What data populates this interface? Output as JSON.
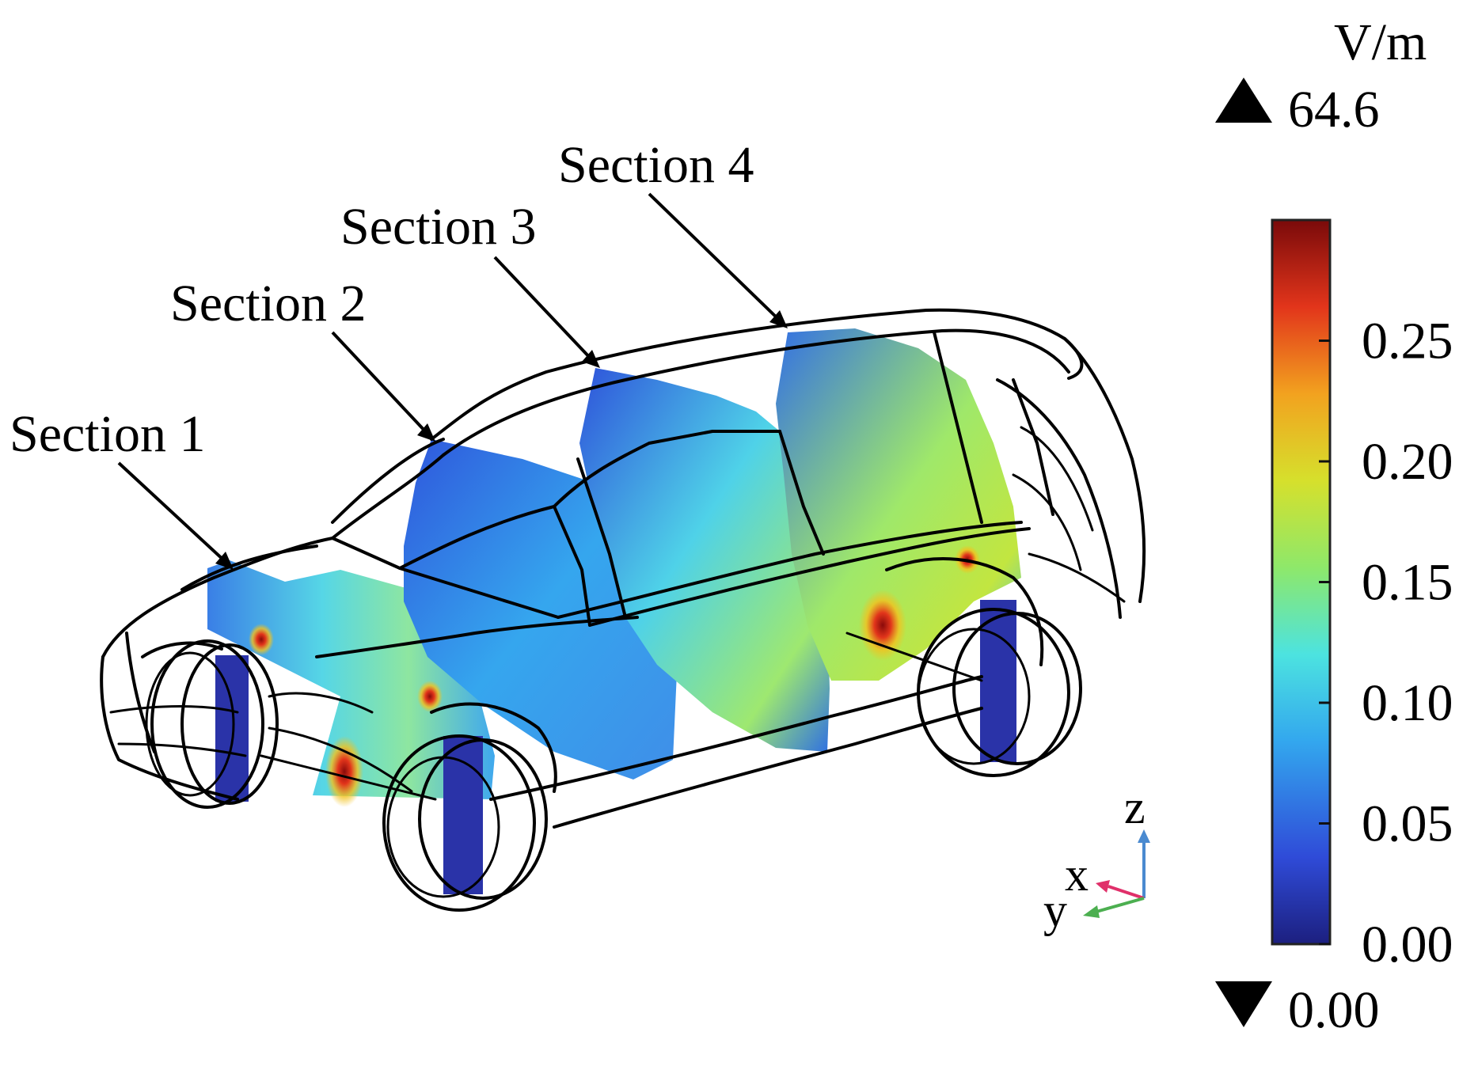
{
  "sections": [
    {
      "label": "Section 1"
    },
    {
      "label": "Section 2"
    },
    {
      "label": "Section 3"
    },
    {
      "label": "Section 4"
    }
  ],
  "colorbar": {
    "unit": "V/m",
    "max_marker": "64.6",
    "min_marker": "0.00",
    "range": [
      0.0,
      0.3
    ],
    "ticks": [
      "0.00",
      "0.05",
      "0.10",
      "0.15",
      "0.20",
      "0.25"
    ],
    "colormap": [
      "#1c1f7f",
      "#2f4bd8",
      "#33a7ee",
      "#4ce3e0",
      "#8ee86a",
      "#d6e02c",
      "#f2a21f",
      "#e2351b",
      "#7a0a0a"
    ]
  },
  "axes_triad": {
    "x": "x",
    "y": "y",
    "z": "z",
    "x_color": "#e0306a",
    "y_color": "#4caf50",
    "z_color": "#4a8ad0"
  }
}
